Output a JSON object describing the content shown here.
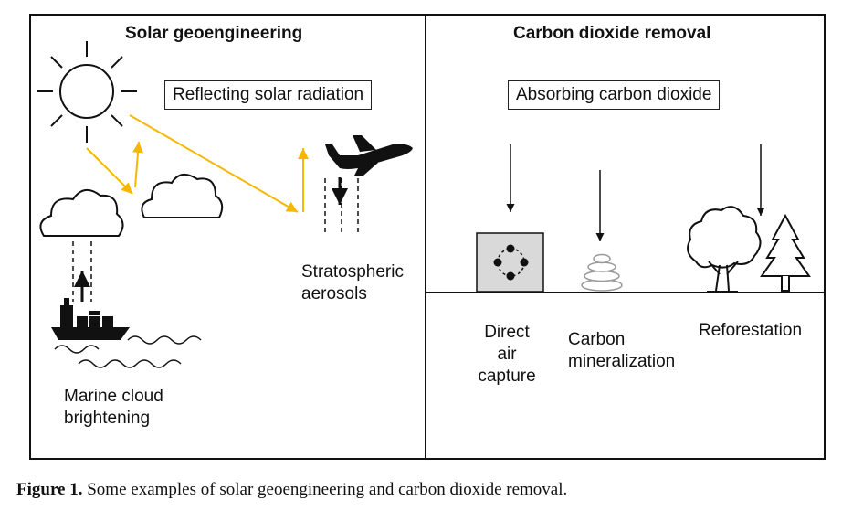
{
  "left_panel": {
    "title": "Solar geoengineering",
    "box_label": "Reflecting solar radiation",
    "labels": {
      "stratospheric": [
        "Stratospheric",
        "aerosols"
      ],
      "marine": [
        "Marine cloud",
        "brightening"
      ]
    }
  },
  "right_panel": {
    "title": "Carbon dioxide removal",
    "box_label": "Absorbing carbon dioxide",
    "labels": {
      "dac": [
        "Direct",
        "air",
        "capture"
      ],
      "mineral": [
        "Carbon",
        "mineralization"
      ],
      "reforest": [
        "Reforestation"
      ]
    }
  },
  "caption": {
    "prefix": "Figure 1.",
    "text": " Some examples of solar geoengineering and carbon dioxide removal."
  },
  "colors": {
    "arrow_sun": "#f5b700",
    "box_fill": "#d9d9d9",
    "line": "#111111"
  },
  "icons": [
    "sun-icon",
    "cloud-icon",
    "airplane-icon",
    "ship-icon",
    "waves-icon",
    "dac-icon",
    "stone-stack-icon",
    "deciduous-tree-icon",
    "conifer-tree-icon"
  ]
}
